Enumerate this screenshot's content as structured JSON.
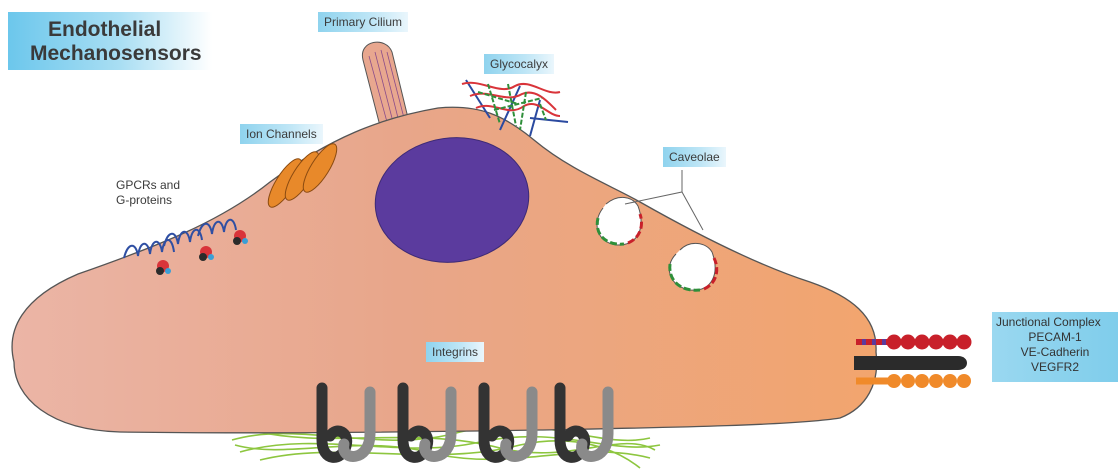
{
  "title": {
    "line1": "Endothelial",
    "line2": "Mechanosensors"
  },
  "labels": {
    "primary_cilium": "Primary Cilium",
    "glycocalyx": "Glycocalyx",
    "ion_channels": "Ion Channels",
    "gpcrs_line1": "GPCRs and",
    "gpcrs_line2": "G-proteins",
    "caveolae": "Caveolae",
    "integrins": "Integrins"
  },
  "junctional_complex": {
    "title": "Junctional Complex",
    "items": [
      "PECAM-1",
      "VE-Cadherin",
      "VEGFR2"
    ]
  },
  "colors": {
    "cell": "#e9a583",
    "nucleus": "#5b3b9e",
    "ion_channel": "#e8892a",
    "gpcr": "#2f4fa3",
    "glycocalyx_red": "#d9343a",
    "glycocalyx_green": "#2f8f3a",
    "glycocalyx_blue": "#2b4aa0",
    "integrin_dark": "#333333",
    "integrin_light": "#8a8a8a",
    "ecm": "#8dc63f",
    "pecam": "#c8202a",
    "vecadherin": "#2b2b2b",
    "vegfr2": "#f08a2a"
  }
}
